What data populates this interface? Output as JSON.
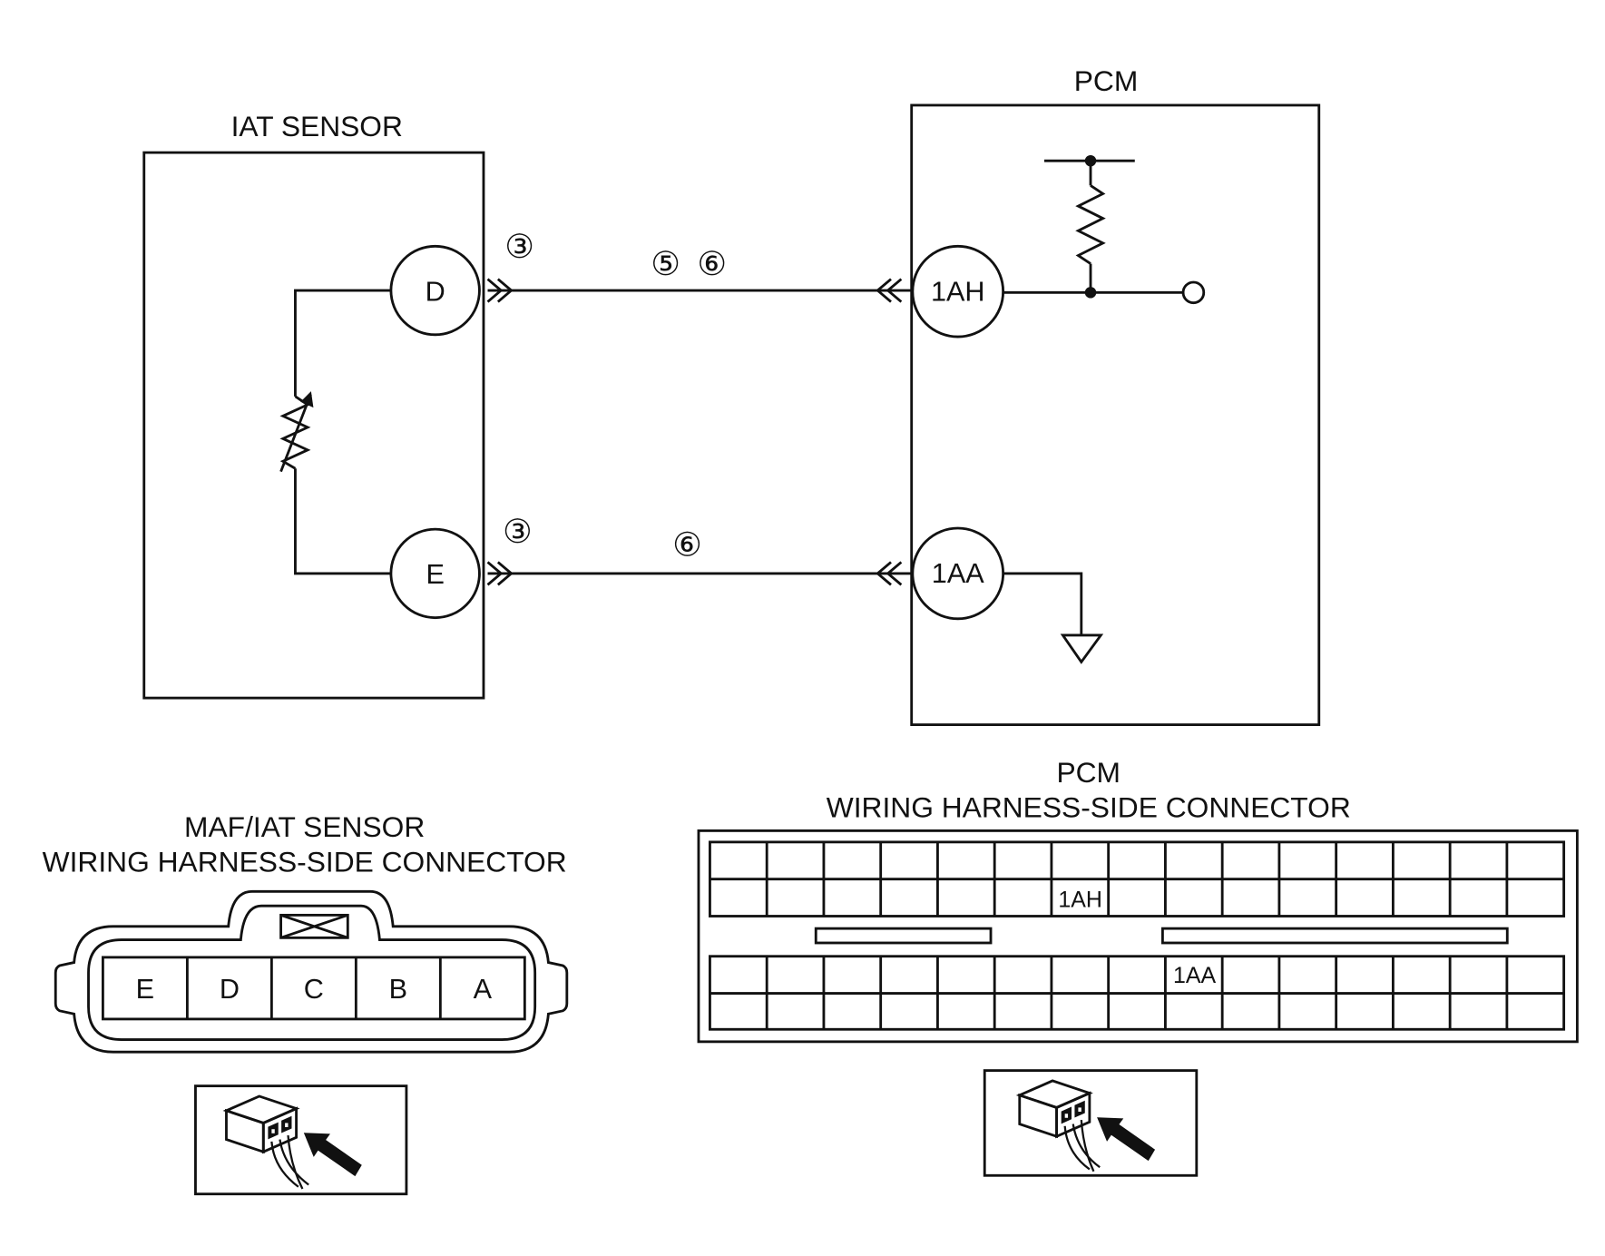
{
  "iat_sensor": {
    "title": "IAT SENSOR",
    "terminal_d": "D",
    "terminal_e": "E"
  },
  "pcm": {
    "title": "PCM",
    "terminal_1ah": "1AH",
    "terminal_1aa": "1AA"
  },
  "circuits": {
    "signal": {
      "connector_ref": "③",
      "wire_refs": [
        "⑤",
        "⑥"
      ]
    },
    "ground": {
      "connector_ref": "③",
      "wire_refs": [
        "⑥"
      ]
    }
  },
  "maf_iat_connector": {
    "title": [
      "MAF/IAT SENSOR",
      "WIRING HARNESS-SIDE CONNECTOR"
    ],
    "pins": [
      "E",
      "D",
      "C",
      "B",
      "A"
    ]
  },
  "pcm_connector": {
    "title": [
      "PCM",
      "WIRING HARNESS-SIDE CONNECTOR"
    ],
    "pin_labels": {
      "upper": "1AH",
      "lower": "1AA"
    }
  },
  "icons": {
    "sensor_element": "thermistor-icon",
    "pull_up": "resistor-icon",
    "ground": "ground-icon",
    "view_direction": "harness-side-view-icon"
  }
}
